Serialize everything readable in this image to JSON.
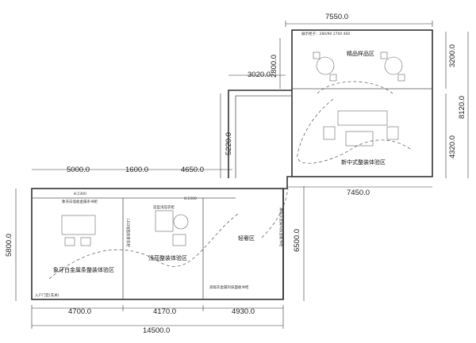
{
  "dimensions": {
    "top_width": "7550.0",
    "upper_right_height": "3200.0",
    "upper_left_height": "2800.0",
    "corridor_width": "3020.0",
    "right_total_height": "8120.0",
    "right_lower_height": "4320.0",
    "corridor_height": "5220.0",
    "mid_right_width": "7450.0",
    "bottom_right_height": "6500.0",
    "left_top_a": "5000.0",
    "left_top_b": "1600.0",
    "left_top_c": "4650.0",
    "left_height": "5800.0",
    "bottom_a": "4700.0",
    "bottom_b": "4170.0",
    "bottom_c": "4930.0",
    "bottom_total": "14500.0"
  },
  "zones": {
    "jingpin": "精品样品区",
    "xinzhongshi": "新中式整装体验区",
    "qingshe": "轻奢区",
    "qianqian": "浅茄整装体验区",
    "xiangya": "象牙白金属条整装体验区"
  },
  "small_labels": {
    "top_note": "展示柜子：280/90 2700 400",
    "ivory_wall": "象牙白墙板金属条书柜",
    "wall_b": "8:2300",
    "wall_b2": "8:2300",
    "qianqian_top": "造型浅茄衣柜",
    "vertical_right": "高级灰金属科技面板书柜",
    "vertical_left": "LED浅茄背景衣柜",
    "bottom_label": "高级灰金属科技面板书柜",
    "entrance": "入户门区(玄关)"
  }
}
